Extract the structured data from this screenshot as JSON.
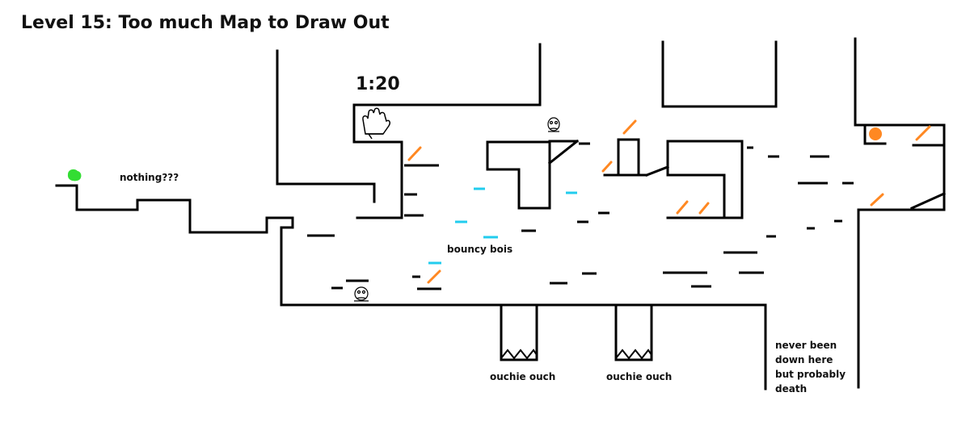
{
  "level_title": "Level 15: Too much Map to Draw Out",
  "timer": "1:20",
  "labels": {
    "nothing": "nothing???",
    "bouncy": "bouncy bois",
    "ouch_left": "ouchie ouch",
    "ouch_right": "ouchie ouch",
    "never_line1": "never been",
    "never_line2": "down here",
    "never_line3": "but probably",
    "never_line4": "death"
  },
  "colors": {
    "wall": "#000000",
    "start_blob": "#33dd33",
    "bounce_pad": "#22ccee",
    "spike_mark": "#ff8822",
    "goal_orb": "#ff8822"
  },
  "icons": [
    "glove-icon",
    "enemy-icon",
    "spike-pit-icon",
    "goal-orb-icon",
    "start-blob-icon"
  ]
}
